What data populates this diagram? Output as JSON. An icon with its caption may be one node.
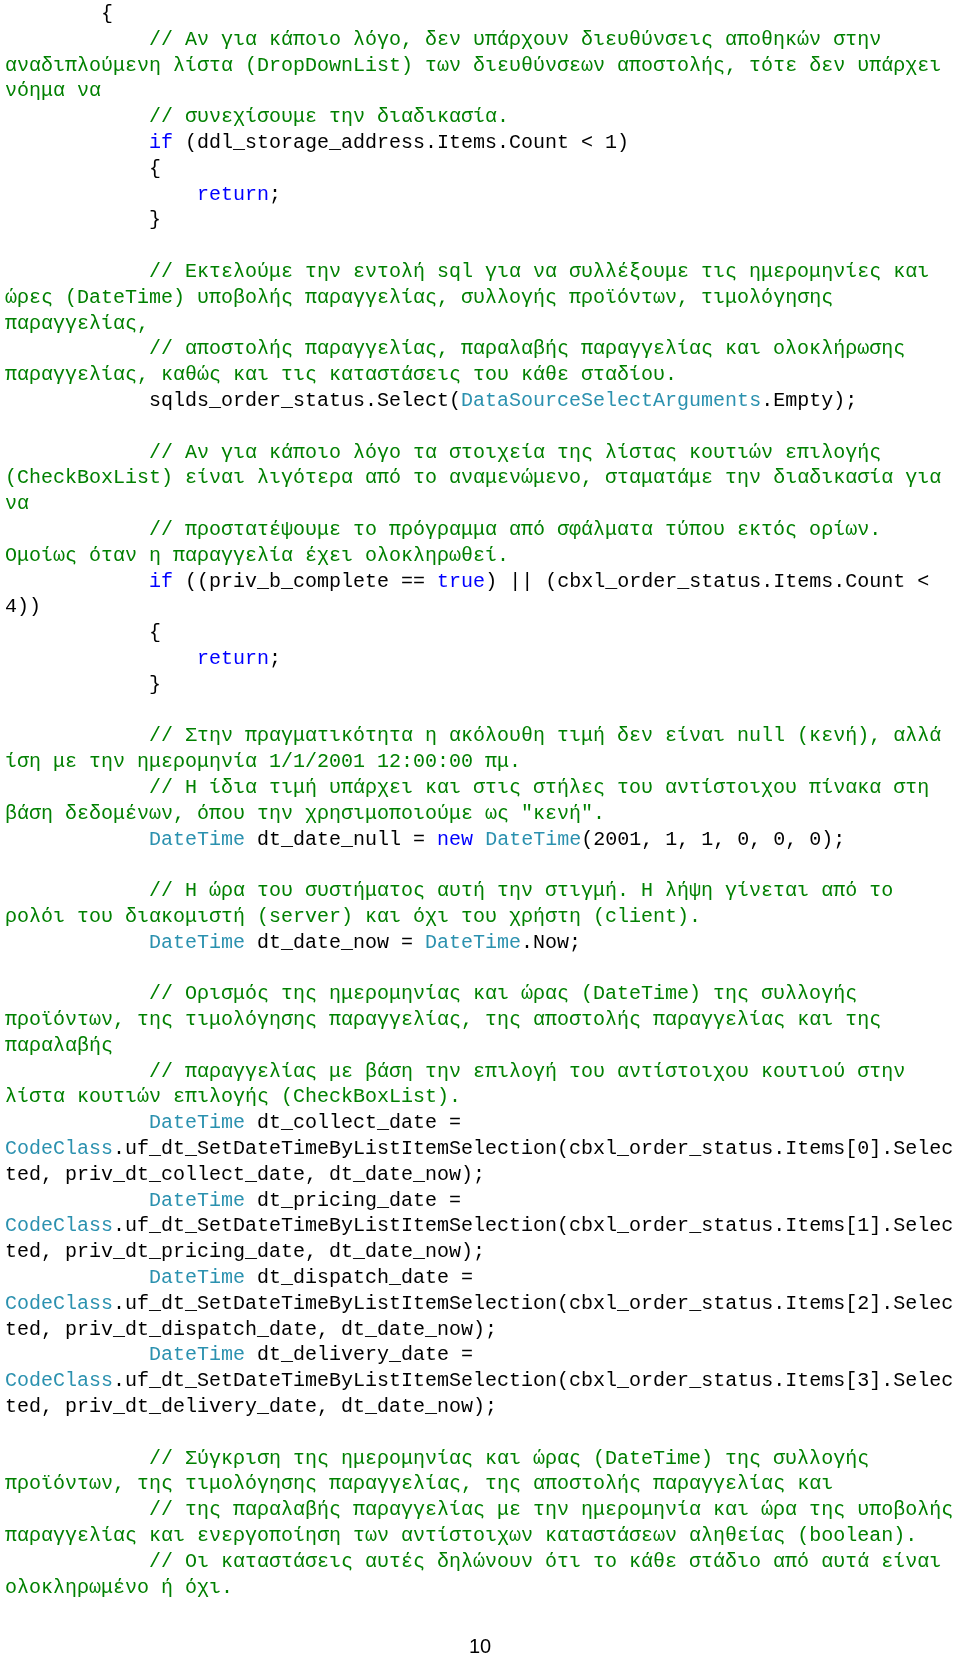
{
  "diagram": {
    "labels": [
      "{",
      "// Αν για κάποιο λόγο, δεν υπάρχουν διευθύνσεις αποθηκών στην αναδιπλούμενη λίστα (DropDownList) των διευθύνσεων αποστολής, τότε δεν υπάρχει νόημα να",
      "// συνεχίσουμε την διαδικασία.",
      "if",
      "(ddl_storage_address.Items.Count < 1)",
      "{",
      "return",
      ";",
      "}",
      "// Εκτελούμε την εντολή sql για να συλλέξουμε τις ημερομηνίες και ώρες (DateTime) υποβολής παραγγελίας, συλλογής προϊόντων, τιμολόγησης παραγγελίας,",
      "// αποστολής παραγγελίας, παραλαβής παραγγελίας και ολοκλήρωσης παραγγελίας, καθώς και τις καταστάσεις του κάθε σταδίου.",
      "sqlds_order_status.Select(",
      "DataSourceSelectArguments",
      ".Empty);",
      "// Αν για κάποιο λόγο τα στοιχεία της λίστας κουτιών επιλογής (CheckBoxList) είναι λιγότερα από το αναμενώμενο, σταματάμε την διαδικασία για να",
      "// προστατέψουμε το πρόγραμμα από σφάλματα τύπου εκτός ορίων. Ομοίως όταν η παραγγελία έχει ολοκληρωθεί.",
      "if",
      "((priv_b_complete ==",
      "true",
      ") || (cbxl_order_status.Items.Count < 4))",
      "{",
      "return",
      ";",
      "}",
      "// Στην πραγματικότητα η ακόλουθη τιμή δεν είναι null (κενή), αλλά ίση με την ημερομηνία 1/1/2001 12:00:00 πμ.",
      "// Η ίδια τιμή υπάρχει και στις στήλες του αντίστοιχου πίνακα στη βάση δεδομένων, όπου την χρησιμοποιούμε ως \"κενή\".",
      "DateTime",
      "dt_date_null =",
      "new",
      "DateTime",
      "(2001, 1, 1, 0, 0, 0);",
      "// Η ώρα του συστήματος αυτή την στιγμή. Η λήψη γίνεται από το ρολόι του διακομιστή (server) και όχι του χρήστη (client).",
      "DateTime",
      "dt_date_now =",
      "DateTime",
      ".Now;",
      "// Ορισμός της ημερομηνίας και ώρας (DateTime) της συλλογής προϊόντων, της τιμολόγησης παραγγελίας, της αποστολής παραγγελίας και της παραλαβής",
      "// παραγγελίας με βάση την επιλογή του αντίστοιχου κουτιού στην λίστα κουτιών επιλογής (CheckBoxList).",
      "DateTime",
      "dt_collect_date =",
      "CodeClass",
      ".uf_dt_SetDateTimeByListItemSelection(cbxl_order_status.Items[0].Selected, priv_dt_collect_date, dt_date_now);",
      "DateTime",
      "dt_pricing_date =",
      "CodeClass",
      ".uf_dt_SetDateTimeByListItemSelection(cbxl_order_status.Items[1].Selected, priv_dt_pricing_date, dt_date_now);",
      "DateTime",
      "dt_dispatch_date =",
      "CodeClass",
      ".uf_dt_SetDateTimeByListItemSelection(cbxl_order_status.Items[2].Selected, priv_dt_dispatch_date, dt_date_now);",
      "DateTime",
      "dt_delivery_date =",
      "CodeClass",
      ".uf_dt_SetDateTimeByListItemSelection(cbxl_order_status.Items[3].Selected, priv_dt_delivery_date, dt_date_now);",
      "// Σύγκριση της ημερομηνίας και ώρας (DateTime) της συλλογής προϊόντων, της τιμολόγησης παραγγελίας, της αποστολής παραγγελίας και",
      "// της παραλαβής παραγγελίας με την ημερομηνία και ώρα της υποβολής παραγγελίας και ενεργοποίηση των αντίστοιχων καταστάσεων αληθείας (boolean).",
      "// Οι καταστάσεις αυτές δηλώνουν ότι το κάθε στάδιο από αυτά είναι ολοκληρωμένο ή όχι.",
      "10"
    ]
  }
}
